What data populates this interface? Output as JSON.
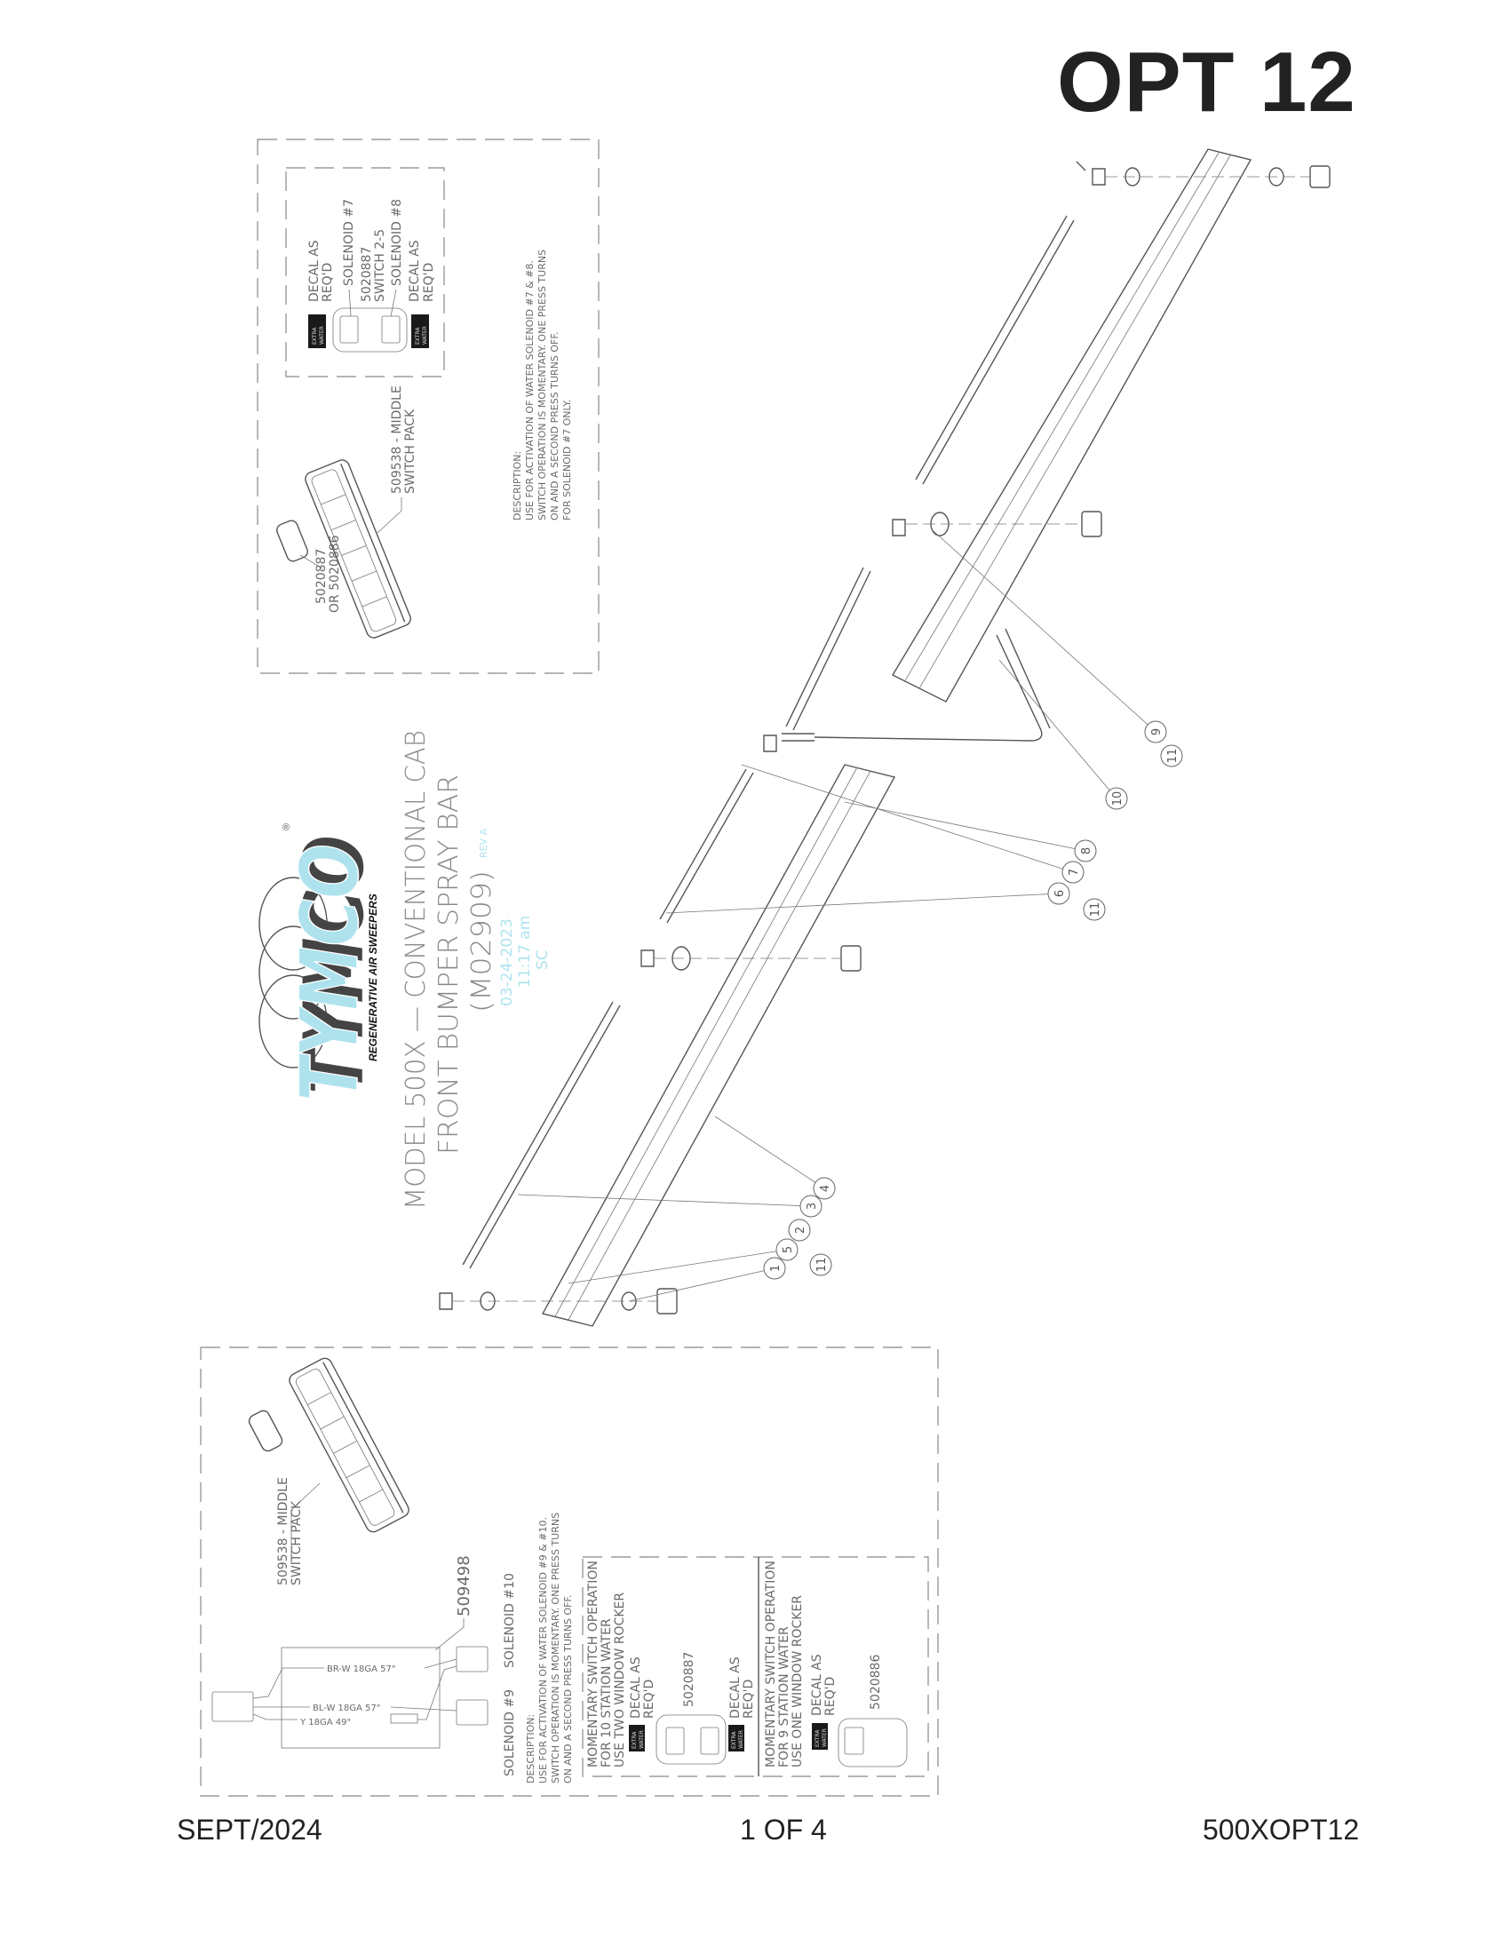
{
  "header": {
    "page_code": "OPT 12"
  },
  "footer": {
    "date": "SEPT/2024",
    "page": "1 OF 4",
    "doc_number": "500XOPT12"
  },
  "title_block": {
    "line1": "MODEL 500X — CONVENTIONAL CAB",
    "line2": "FRONT BUMPER SPRAY BAR",
    "line3": "(M02909)",
    "rev": "REV A",
    "date": "03-24-2023",
    "time": "11:17 am",
    "initials": "SC"
  },
  "logo": {
    "brand": "TYMCO",
    "tagline": "REGENERATIVE AIR SWEEPERS",
    "registered": "®",
    "brand_color": "#aee3ee"
  },
  "top_detail": {
    "decal_label": [
      "DECAL AS",
      "REQ'D"
    ],
    "solenoid_7": "SOLENOID #7",
    "switch_part": [
      "5020887",
      "SWITCH 2-5"
    ],
    "solenoid_8": "SOLENOID #8",
    "decal_text": [
      "EXTRA",
      "WATER"
    ],
    "switch_pack": [
      "509538 - MIDDLE",
      "SWITCH PACK"
    ],
    "rocker_part": [
      "5020887",
      "OR 5020886"
    ],
    "description": [
      "DESCRIPTION:",
      "USE FOR ACTIVATION OF WATER SOLENOID #7 & #8.",
      "SWITCH OPERATION IS MOMENTARY. ONE PRESS TURNS",
      "ON AND A SECOND PRESS TURNS OFF.",
      "FOR SOLENOID #7 ONLY."
    ]
  },
  "bottom_detail": {
    "switch_pack": [
      "509538 - MIDDLE",
      "SWITCH PACK"
    ],
    "harness_part": "509498",
    "wires": [
      "BR-W 18GA 57\"",
      "BL-W 18GA 57\"",
      "Y 18GA 49\""
    ],
    "solenoid_10": "SOLENOID #10",
    "solenoid_9": "SOLENOID #9",
    "description": [
      "DESCRIPTION:",
      "USE FOR ACTIVATION OF WATER SOLENOID #9 & #10.",
      "SWITCH OPERATION IS MOMENTARY. ONE PRESS TURNS",
      "ON AND A SECOND PRESS TURNS OFF."
    ],
    "option_10": {
      "lines": [
        "MOMENTARY SWITCH OPERATION",
        "FOR 10 STATION WATER",
        "USE TWO WINDOW ROCKER"
      ],
      "decal_label": [
        "DECAL AS",
        "REQ'D"
      ],
      "part": "5020887"
    },
    "option_9": {
      "lines": [
        "MOMENTARY SWITCH OPERATION",
        "FOR 9 STATION WATER",
        "USE ONE WINDOW ROCKER"
      ],
      "decal_label": [
        "DECAL AS",
        "REQ'D"
      ],
      "part": "5020886"
    },
    "decal_text": [
      "EXTRA",
      "WATER"
    ]
  },
  "callouts": [
    "9",
    "11",
    "10",
    "8",
    "7",
    "6",
    "11",
    "4",
    "3",
    "2",
    "5",
    "1",
    "11"
  ]
}
